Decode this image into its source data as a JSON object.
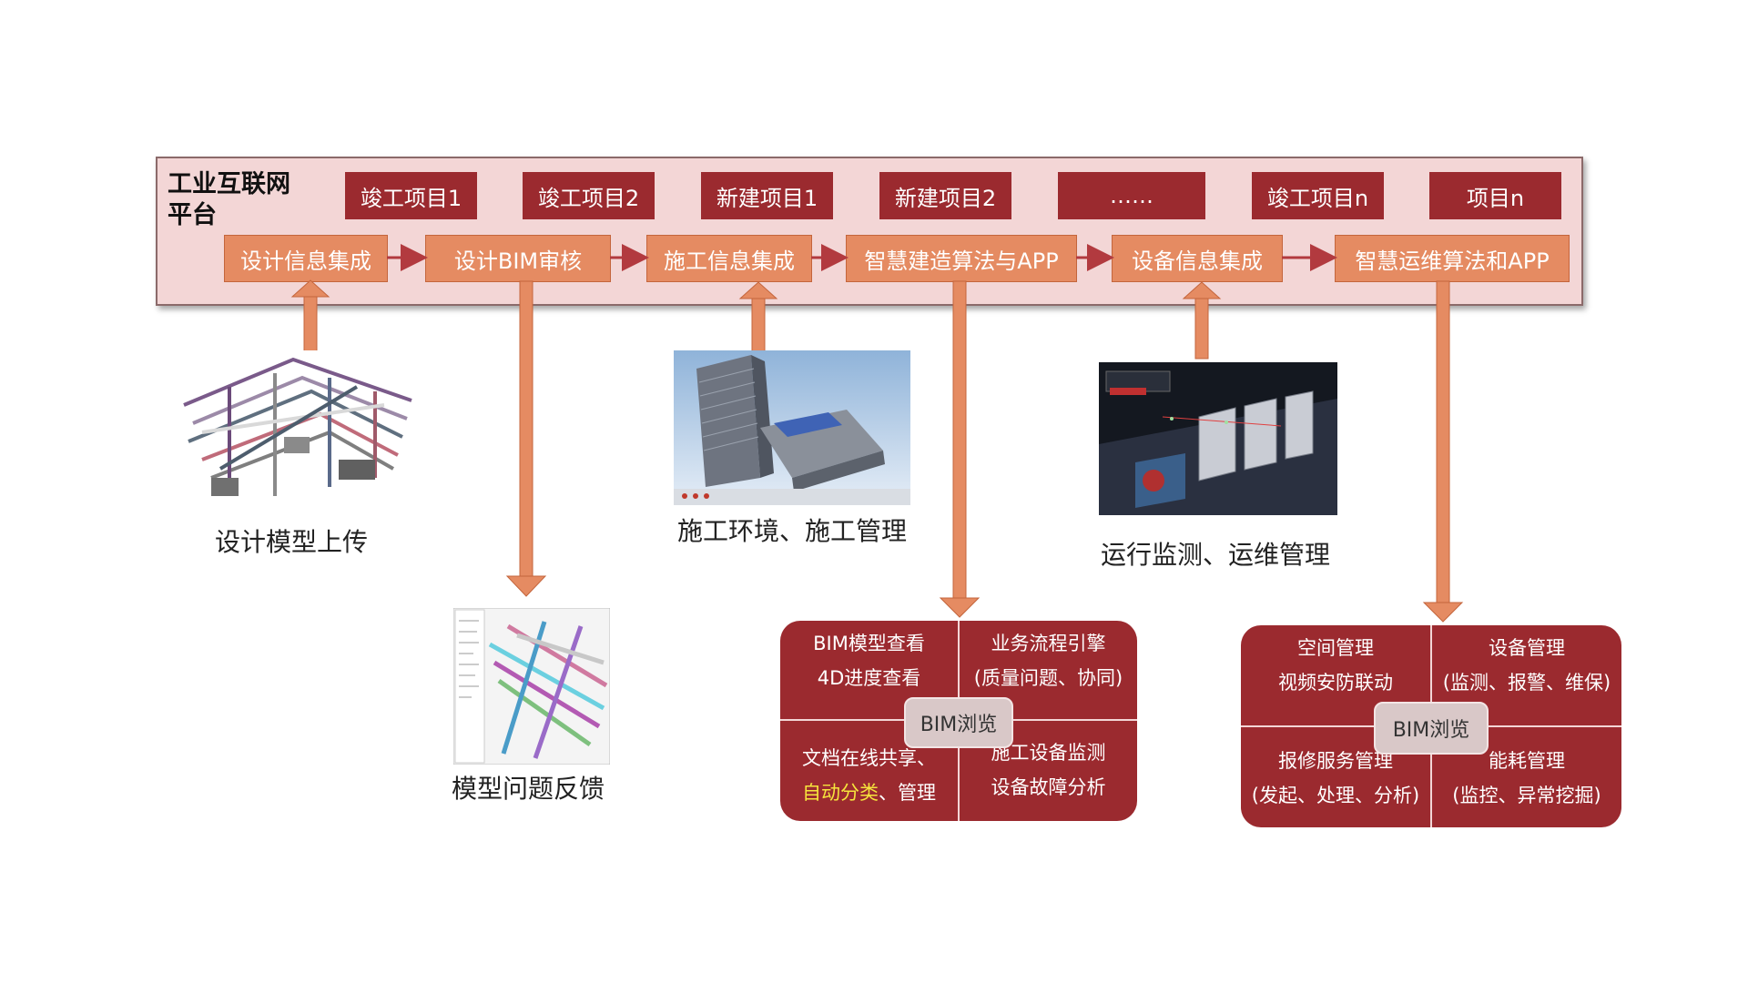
{
  "platform": {
    "title_line1": "工业互联网",
    "title_line2": "平台",
    "projects": [
      "竣工项目1",
      "竣工项目2",
      "新建项目1",
      "新建项目2",
      "……",
      "竣工项目n",
      "项目n"
    ],
    "stages": [
      "设计信息集成",
      "设计BIM审核",
      "施工信息集成",
      "智慧建造算法与APP",
      "设备信息集成",
      "智慧运维算法和APP"
    ]
  },
  "captions": {
    "design_upload": "设计模型上传",
    "model_feedback": "模型问题反馈",
    "construction": "施工环境、施工管理",
    "operation": "运行监测、运维管理"
  },
  "panel_construction": {
    "tl_line1": "BIM模型查看",
    "tl_line2": "4D进度查看",
    "tr_line1": "业务流程引擎",
    "tr_line2": "(质量问题、协同)",
    "bl_line1": "文档在线共享、",
    "bl_line2_highlight": "自动分类",
    "bl_line2_rest": "、管理",
    "br_line1": "施工设备监测",
    "br_line2": "设备故障分析",
    "center": "BIM浏览"
  },
  "panel_operation": {
    "tl_line1": "空间管理",
    "tl_line2": "视频安防联动",
    "tr_line1": "设备管理",
    "tr_line2": "(监测、报警、维保)",
    "bl_line1": "报修服务管理",
    "bl_line2": "(发起、处理、分析)",
    "br_line1": "能耗管理",
    "br_line2": "(监控、异常挖掘)",
    "center": "BIM浏览"
  },
  "colors": {
    "platform_bg": "#f3d6d6",
    "project_box": "#9b2a2f",
    "stage_box": "#e58b62",
    "arrow": "#e58b62",
    "panel": "#9b2a2f",
    "highlight": "#f6e43c"
  }
}
